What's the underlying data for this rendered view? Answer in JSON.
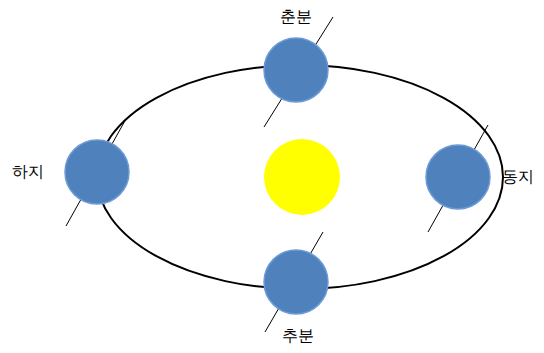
{
  "diagram": {
    "labels": [
      "춘분",
      "하지",
      "동지",
      "추분"
    ]
  }
}
